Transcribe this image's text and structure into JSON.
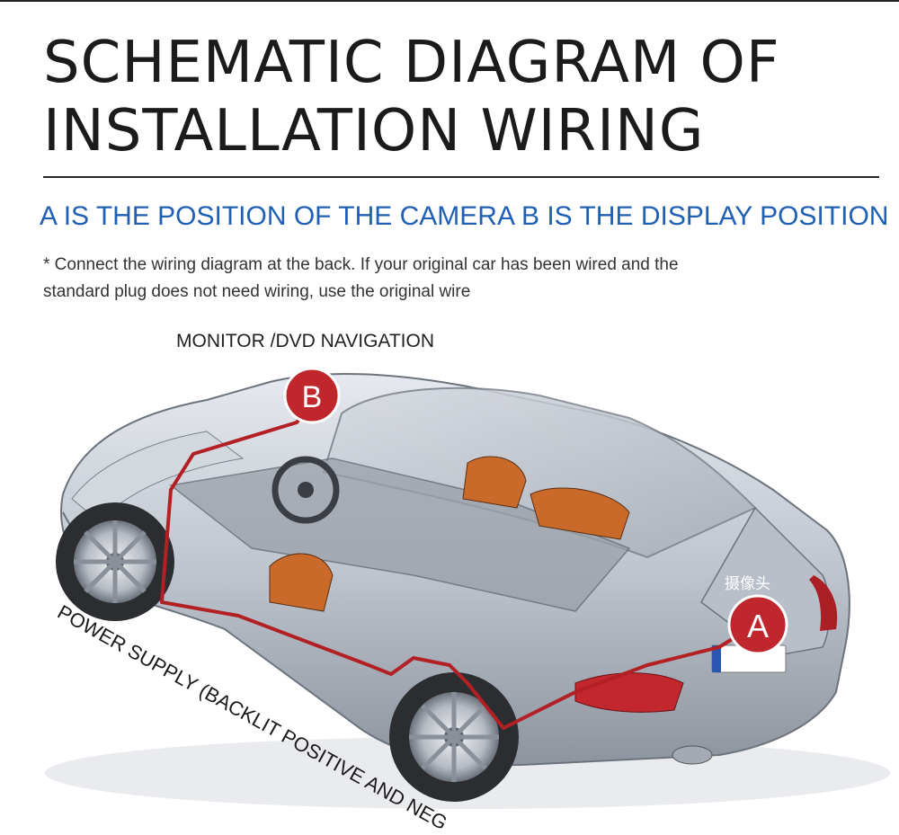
{
  "title_line1": "SCHEMATIC DIAGRAM OF",
  "title_line2": "INSTALLATION WIRING",
  "position_a": "A IS THE POSITION OF THE CAMERA",
  "position_b": "B IS THE DISPLAY POSITION",
  "note_line1": "* Connect the wiring diagram at the back. If your original car has been wired and the",
  "note_line2": "standard plug does not need wiring, use the original wire",
  "monitor_label": "MONITOR /DVD NAVIGATION",
  "power_label": "POWER SUPPLY (BACKLIT POSITIVE AND NEG",
  "marker_b": "B",
  "marker_a": "A",
  "camera_cn": "摄像头",
  "colors": {
    "accent_blue": "#1f5fb4",
    "wire_red": "#b32024",
    "marker_red": "#c0272d"
  }
}
